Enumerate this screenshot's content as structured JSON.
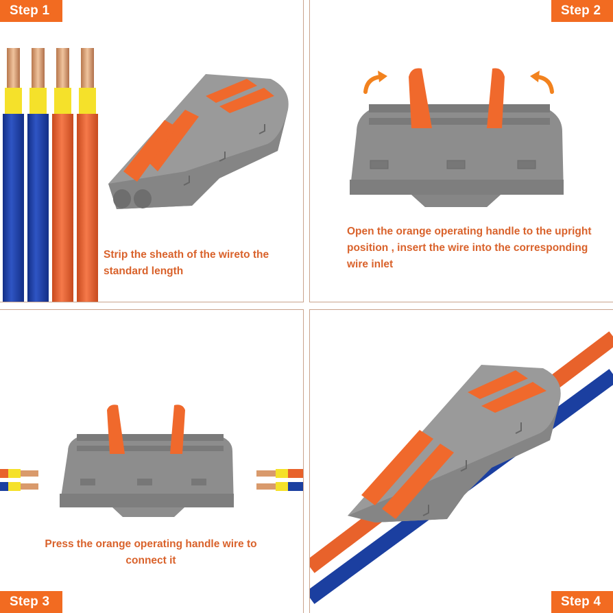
{
  "steps": [
    {
      "label": "Step 1",
      "caption": "Strip the sheath of the wireto the standard length",
      "illustration": "four-stripped-wires-and-connector"
    },
    {
      "label": "Step 2",
      "caption": "Open the orange operating handle to the upright position , insert the wire into the corresponding wire inlet",
      "illustration": "connector-handles-open-with-arrows"
    },
    {
      "label": "Step 3",
      "caption": "Press the orange operating handle wire to connect it",
      "illustration": "connector-with-wires-on-both-sides"
    },
    {
      "label": "Step 4",
      "caption": "",
      "illustration": "connector-with-wires-inserted"
    }
  ],
  "colors": {
    "badge": "#f26b21",
    "caption_text": "#d9622b",
    "connector_gray": "#8e8e8e",
    "handle_orange": "#f0692c",
    "wire_blue": "#1b3fa0",
    "wire_orange": "#e8622b",
    "sleeve_yellow": "#f5e12a",
    "copper": "#d99a6c",
    "divider": "#c9a38c"
  }
}
